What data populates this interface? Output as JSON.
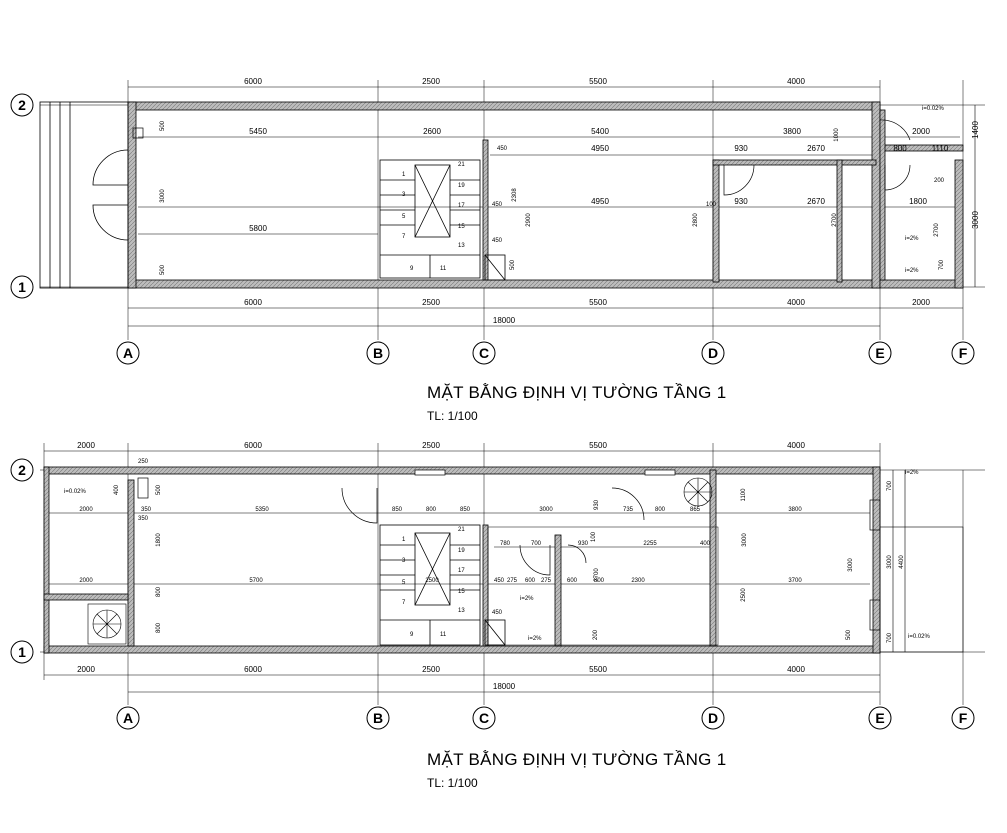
{
  "plans": [
    {
      "title": "MẶT BẰNG ĐỊNH VỊ TƯỜNG TẦNG 1",
      "scale": "TL: 1/100",
      "axes_columns": [
        "A",
        "B",
        "C",
        "D",
        "E",
        "F"
      ],
      "axes_rows": [
        "2",
        "1"
      ],
      "top_dims": [
        "6000",
        "2500",
        "5500",
        "4000"
      ],
      "bottom_dims": [
        "6000",
        "2500",
        "5500",
        "4000",
        "2000"
      ],
      "total_dim": "18000",
      "right_dims": [
        "1400",
        "3000"
      ],
      "inner_row_a": [
        "5450",
        "2600",
        "5400",
        "3800",
        "2000"
      ],
      "inner_row_b": [
        "4950",
        "930",
        "2670",
        "800",
        "1110"
      ],
      "inner_row_c": [
        "5800",
        "4950",
        "930",
        "2670",
        "1800"
      ],
      "vertical_dims": [
        "500",
        "3000",
        "500",
        "2308",
        "2900",
        "2800",
        "2700",
        "1000",
        "2700"
      ],
      "small_dims": [
        "450",
        "450",
        "450",
        "500",
        "100",
        "200",
        "700"
      ],
      "stair_numbers": [
        "1",
        "3",
        "5",
        "7",
        "9",
        "11",
        "13",
        "15",
        "17",
        "19",
        "21"
      ],
      "slope_labels": [
        "i=0.02%",
        "i=2%",
        "i=2%"
      ]
    },
    {
      "title": "MẶT BẰNG ĐỊNH VỊ TƯỜNG TẦNG 1",
      "scale": "TL: 1/100",
      "axes_columns": [
        "A",
        "B",
        "C",
        "D",
        "E",
        "F"
      ],
      "axes_rows": [
        "2",
        "1"
      ],
      "top_dims": [
        "2000",
        "6000",
        "2500",
        "5500",
        "4000"
      ],
      "bottom_dims": [
        "2000",
        "6000",
        "2500",
        "5500",
        "4000"
      ],
      "total_dim": "18000",
      "right_dims": [
        "700",
        "3000",
        "700",
        "4400"
      ],
      "inner_row_a": [
        "2000",
        "350",
        "5350",
        "850",
        "800",
        "850",
        "3000",
        "735",
        "800",
        "865",
        "3800"
      ],
      "inner_row_b": [
        "780",
        "700",
        "930",
        "2255",
        "400"
      ],
      "inner_row_c": [
        "2000",
        "5700",
        "2500",
        "450",
        "275",
        "600",
        "275",
        "600",
        "800",
        "2300",
        "3700"
      ],
      "vertical_dims": [
        "400",
        "500",
        "1800",
        "800",
        "800",
        "2700",
        "2500",
        "3000",
        "3000",
        "1100",
        "930"
      ],
      "small_dims": [
        "250",
        "350",
        "450",
        "500",
        "200",
        "100"
      ],
      "stair_numbers": [
        "1",
        "3",
        "5",
        "7",
        "9",
        "11",
        "13",
        "15",
        "17",
        "19",
        "21"
      ],
      "slope_labels": [
        "i=0.02%",
        "i=2%",
        "i=2%",
        "i=2%",
        "i=0.02%"
      ]
    }
  ]
}
